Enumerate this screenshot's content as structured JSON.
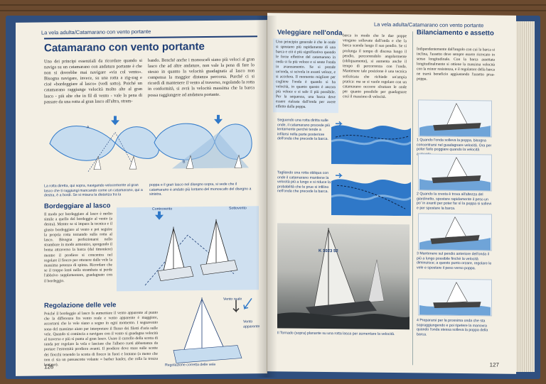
{
  "book": {
    "running_head_left": "La vela adulta/Catamarano con vento portante",
    "running_head_right": "La vela adulta/Catamarano con vento portante",
    "page_left_number": "126",
    "page_right_number": "127"
  },
  "left_page": {
    "title": "Catamarano con vento portante",
    "intro_col1": "Uno dei principi essenziali da ricordare quando si naviga su un catamarano con andatura portante è che non si dovrebbe mai navigare «via col vento». Bisogna navigare, invece, su una rotta a zig-zag e cioè «bordeggiare al lasco» (vedi sotto). Poiché un catamarano raggiunge velocità molto alte al gran lasco - più alte che in fil di vento - vale la pena di passare da una rotta al gran lasco all'altra, stram-",
    "intro_col2": "bando. Benché anche i monoscafi siano più veloci al gran lasco che ad altre andature, non vale la pena di fare lo stesso in quanto la velocità guadagnata al lasco non compensa la maggior distanza percorsa. Purché ci si ricordi di mantenere il vento al traverso, regolando la rotta in conformità, si avrà la velocità massima che la barca possa raggiungere ad andatura portante.",
    "diagram_caption_left": "La rotta diretta, qui sopra, navigando velocemente al gran lasco che ti raggiungi mancando come un catamarano, qui a destra, è a bordi. Se si misura la distanza tra la",
    "diagram_caption_right": "poppa e il gran lasco nel disegno sopra, si vede che il catamarano è andato più lontano del monoscafo del disegno a sinistra.",
    "diagram_label_a": "A",
    "diagram_label_b": "B",
    "subhead_bordeggiare": "Bordeggiare al lasco",
    "bordeggiare_text": "Il modo per bordeggiare al lasco è molto simile a quello del bordeggio al vento (a destra). Mentre se si impara la tecnica e il giusto bordeggiare al vento e poi seguire la propria rotta tornando sulla rotta al lasco. Bisogna perfezionarsi nello strambare in modo armonico, sporgendo il boma attraverso la barca (dal timoniere) mentre il prodiere si concentra nel regolare il fiocco per ottenere dalle vele la massima potenza di spinta. Ricordare che se il troppo lenti nella strambata si perde l'abbrivo supplementare, guadagnato con il bordeggio.",
    "wind_label_1": "Controvento",
    "wind_label_2": "Sottovento",
    "subhead_regolazione": "Regolazione delle vele",
    "regolazione_text": "Poiché il bordeggio al lasco fa aumentare il vento apparente al punto che la differenza fra vento reale e vento apparente è maggiore, accertarsi che le vele siano a segno in ogni momento. I segnavento sono del massimo aiuto per interpretare il flusso dei filetti d'aria sulle vele. Quando si comincia a navigare con il vento si guadagna velocità al traverso e più si punta al gran lasco. Usare il carrello della scotta di randa per regolare la vela e lasciare che l'albero ruoti abbastanza da portare l'estremità prodiera avanti. Il prodiere deve stare sulle scotte dei fiocchi tenendo la scotta di fiocco in fuori e lontano (a meno che non ci sia un passascotte volante = barber hauler, che rolla la trozza lontano).",
    "vento_reale": "Vento reale",
    "vento_apparente": "Vento apparente",
    "regolazione_caption": "Regolazione corretta delle vele"
  },
  "right_page": {
    "subhead_veleggiare": "Veleggiare nell'onda",
    "veleggiare_col1": "Uno principio generale è che le onde si spostano più rapidamente di una barca e ciò è più significativo quando le forze effettive del catamarano in onda si fa più veloce e si sente l'onda in avanzamento. Se si prende un'onda, si scivola in avanti veloce, e si accelera. Il momento migliore per cogliere l'onda è quando si ha velocità, in quanto questo è ancora più veloce e si sale il più possibile. Per la sequenza, una barca deve essere rialzata dall'onda per avere effetto dalla poppa.",
    "veleggiare_col2": "barca in modo che le due poppe vengano sollevate dall'onda e che la barca scenda lungo il suo pendio. Se si prolunga il tempo di discesa lungo il pendio, percorrendolo angolarmente (obliquamente), si aumenta anche il tempo di percorrenza con l'onda. Mantenere tale posizione è una tecnica sofisticata che richiede un'ampia pratica: ma se si vuole regolare con un catamarano occorre sfruttare le onde per quanto possibile per guadagnare così il massimo di velocità.",
    "wave_caption_1": "Seguendo una rotta diritta sulle onde, il catamarano procede più lentamente perché tende a infilarsi nella parte posteriore dell'onda che precede la barca.",
    "wave_caption_2": "Tagliando una rotta obliqua con onde il catamarano mantiene la velocità più a lungo e si riduce la probabilità che le prue si infilino nell'onda che precede la barca.",
    "photo_sail_number": "K 1023 52",
    "photo_caption": "Il Tornado (sopra) planante su una rotta lasca per aumentare la velocità.",
    "subhead_bilanciamento": "Bilanciamento e assetto",
    "bilanciamento_text": "Indipendentemente dall'angolo con cui la barca si inclina, l'assetto deve sempre essere ricercato in senso longitudinale. Con la barca assettata longitudinalmente si ottiene la massima velocità con la minor resistenza, e il regolatore della barca ne trarrà beneficio aggiustando l'assetto prua-poppa.",
    "step1": "1 Quando l'onda solleva la poppa, bisogna concentrarsi nel guadagnare velocità. Ora per poter farlo poggiare quando la velocità aumenta.",
    "step2": "2 Quando la cresta è trova all'altezza del giardinetto, spostare rapidamente il peso un po' in avanti per poter far sì la poppa si sollevi e per spostare la barca.",
    "step3": "3 Mantenere sul pendio anteriore dell'onda il più a lungo possibile finché la velocità diminuisce; a questo punto orzare, regolare le vele e spostare il peso verso poppa.",
    "step4": "4 Prepararsi per la prossima onda che sta sopraggiungendo e poi ripetere la manovra quando l'onda stessa solleva la poppa della barca."
  },
  "colors": {
    "title_blue": "#1d3d75",
    "diagram_blue": "#c6dcef",
    "wave_blue": "#2f78c8",
    "cover_blue": "#2f4f7f",
    "page": "#f3efe4"
  }
}
